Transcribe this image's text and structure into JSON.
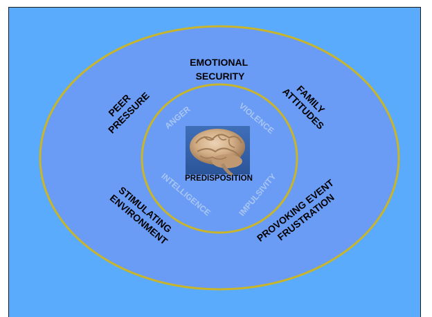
{
  "colors": {
    "slide_background": "#5aabfb",
    "circle_fill": "#6a9cf6",
    "ring_stroke": "#c8b52a",
    "outer_text": "#000000",
    "inner_text": "#a9c6f1"
  },
  "center": {
    "image": "brain-image",
    "label": "PREDISPOSITION"
  },
  "inner_ring": {
    "labels": {
      "anger": "ANGER",
      "violence": "VIOLENCE",
      "intelligence": "INTELLIGENCE",
      "impulsivity": "IMPULSIVITY"
    }
  },
  "outer_ring": {
    "labels": {
      "emotional_security": [
        "EMOTIONAL",
        "SECURITY"
      ],
      "family_attitudes": [
        "FAMILY",
        "ATTITUDES"
      ],
      "peer_pressure": [
        "PEER",
        "PRESSURE"
      ],
      "stimulating_environment": [
        "STIMULATING",
        "ENVIRONMENT"
      ],
      "provoking_event_frustration": [
        "PROVOKING EVENT",
        "FRUSTRATION"
      ]
    }
  }
}
